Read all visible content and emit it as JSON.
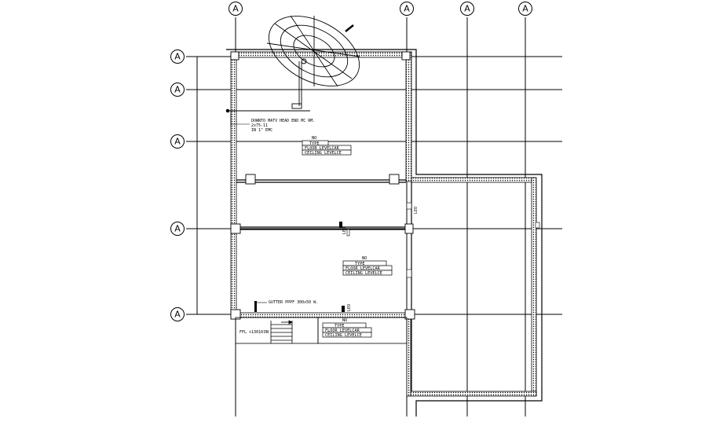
{
  "grid_labels": {
    "top": [
      "A",
      "A",
      "A",
      "A"
    ],
    "left": [
      "A",
      "A",
      "A",
      "A",
      "A"
    ]
  },
  "annotations": {
    "antenna_note_line1": "DOWNTO MATV HEAD END MC RM.",
    "antenna_note_line2": "2x75-11",
    "antenna_note_line3": "IN 1\" EMC",
    "gutter_note": "GUTTER PPPF 300x50 W.",
    "ffl_note": "FFL +13010",
    "pipe_note_1": "LEO",
    "pipe_note_2": "LEO",
    "pipe_note_3": "LEO",
    "stair_note": "DN"
  },
  "room_tags": [
    {
      "no": "NO",
      "type": "TYPE",
      "floor": "FLOOR LEVELCAR",
      "ceiling": "CEILING LEVELCE"
    },
    {
      "no": "NO",
      "type": "TYPE",
      "floor": "FLOOR LEVELCAR",
      "ceiling": "CEILING LEVELCE"
    },
    {
      "no": "NO",
      "type": "TYPE",
      "floor": "FLOOR LEVELCAR",
      "ceiling": "CEILING LEVELCE"
    }
  ]
}
